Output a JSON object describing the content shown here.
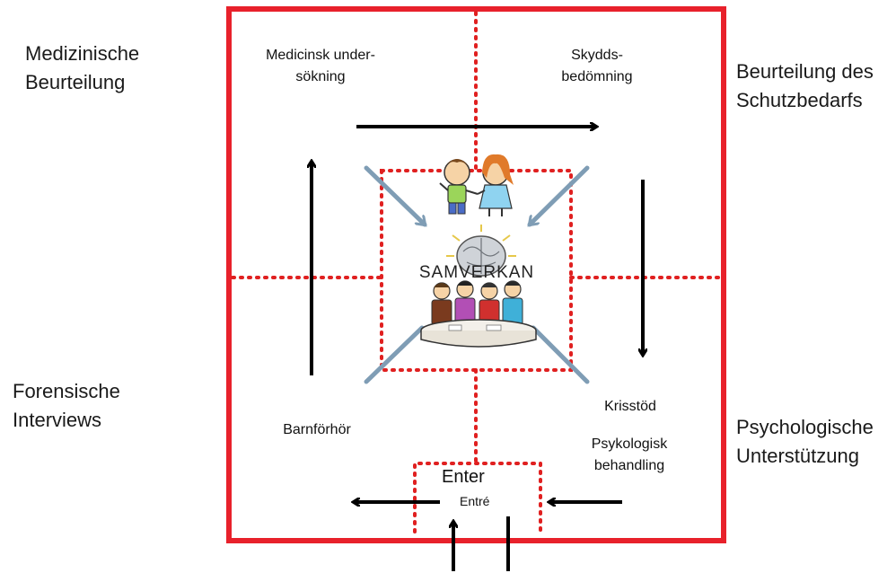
{
  "outer_labels": {
    "top_left": "Medizinische\nBeurteilung",
    "top_right": "Beurteilung des\nSchutzbedarfs",
    "bottom_left": "Forensische\nInterviews",
    "bottom_right": "Psychologische\nUnterstützung"
  },
  "inner_labels": {
    "medical": "Medicinsk under-\nsökning",
    "protection": "Skydds-\nbedömning",
    "interview": "Barnförhör",
    "crisis": "Krisstöd",
    "therapy": "Psykologisk\nbehandling",
    "enter": "Enter",
    "entry": "Entré"
  },
  "center": {
    "title": "SAMVERKAN"
  },
  "colors": {
    "frame": "#e8212b",
    "dotted": "#e02020",
    "arrow": "#000000",
    "diagonal_arrow": "#7f9db5"
  }
}
